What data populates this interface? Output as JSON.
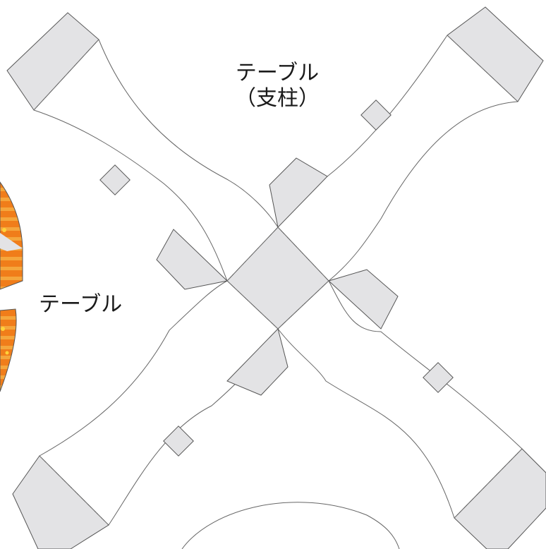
{
  "labels": {
    "post_line1": "テーブル",
    "post_line2": "（支柱）",
    "table": "テーブル"
  },
  "colors": {
    "background": "#ffffff",
    "piece_outline": "#555555",
    "glue_tab_fill": "#e3e3e5",
    "fold_line": "#777777",
    "pattern_orange": "#f07d1a",
    "pattern_stripe": "#f5a63c",
    "pattern_flower": "#ffd23a"
  }
}
